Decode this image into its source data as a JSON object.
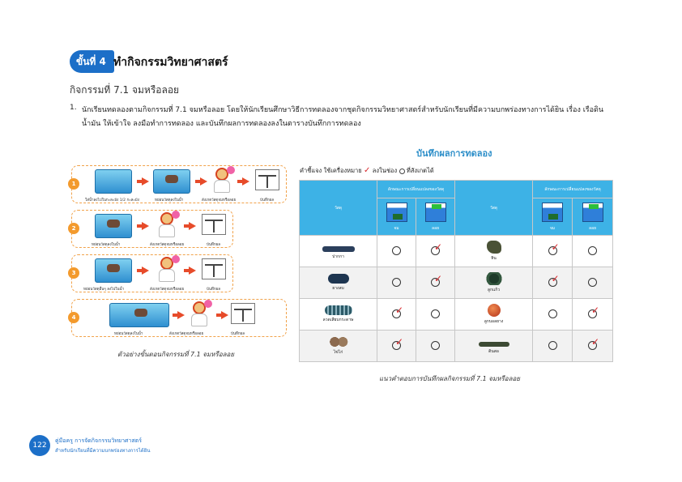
{
  "header": {
    "step_badge": "ขั้นที่ 4",
    "step_title": "ทำกิจกรรมวิทยาศาสตร์",
    "activity_title": "กิจกรรมที่ 7.1 จมหรือลอย",
    "instruction_number": "1.",
    "instruction_text": "นักเรียนทดลองตามกิจกรรมที่ 7.1 จมหรือลอย โดยให้นักเรียนศึกษาวิธีการทดลองจากชุดกิจกรรมวิทยาศาสตร์สำหรับนักเรียนที่มีความบกพร่องทางการได้ยิน เรื่อง เรือดินน้ำมัน ให้เข้าใจ ลงมือทำการทดลอง และบันทึกผลการทดลองลงในตารางบันทึกการทดลอง"
  },
  "steps": {
    "rows": [
      {
        "num": "1",
        "captions": [
          "ใส่น้ำลงไปในกะละมัง 1/2 กะละมัง",
          "หย่อนวัสดุลงในน้ำ",
          "สังเกตวัสดุจมหรือลอย",
          "บันทึกผล"
        ]
      },
      {
        "num": "2",
        "captions": [
          "หย่อนวัสดุลงในน้ำ",
          "สังเกตวัสดุจมหรือลอย",
          "บันทึกผล"
        ]
      },
      {
        "num": "3",
        "captions": [
          "หย่อนวัสดุอื่นๆ ลงไปในน้ำ",
          "สังเกตวัสดุจมหรือลอย",
          "บันทึกผล"
        ]
      },
      {
        "num": "4",
        "captions": [
          "หย่อนวัสดุลงในน้ำ",
          "สังเกตวัสดุจมหรือลอย",
          "บันทึกผล"
        ]
      }
    ],
    "caption": "ตัวอย่างขั้นตอนกิจกรรมที่ 7.1 จมหรือลอย"
  },
  "record": {
    "title": "บันทึกผลการทดลอง",
    "legend_prefix": "คำชี้แจง ใช้เครื่องหมาย",
    "legend_check": "✓",
    "legend_middle": "ลงในช่อง",
    "legend_suffix": "ที่สังเกตได้",
    "col_item": "วัสดุ",
    "col_group": "ลักษณะการเปลี่ยนแปลงของวัสดุ",
    "sink_label": "จม",
    "float_label": "ลอย",
    "left_items": [
      {
        "name": "ปากกา",
        "result": "float"
      },
      {
        "name": "ยางลบ",
        "result": "float"
      },
      {
        "name": "ลวดเสียบกระดาษ",
        "result": "sink"
      },
      {
        "name": "ไข่ไก่",
        "result": "sink"
      }
    ],
    "right_items": [
      {
        "name": "หิน",
        "result": "sink"
      },
      {
        "name": "ลูกแก้ว",
        "result": "sink"
      },
      {
        "name": "ลูกบอลยาง",
        "result": "float"
      },
      {
        "name": "ดินสอ",
        "result": "float"
      }
    ],
    "caption": "แนวคำตอบการบันทึกผลกิจกรรมที่ 7.1 จมหรือลอย"
  },
  "footer": {
    "page_number": "122",
    "title": "คู่มือครู การจัดกิจกรรมวิทยาศาสตร์",
    "subtitle": "สำหรับนักเรียนที่มีความบกพร่องทางการได้ยิน"
  },
  "colors": {
    "brand_blue": "#1c6fc8",
    "table_header": "#3db2e6",
    "check_red": "#d8262a",
    "step_orange": "#f39a2d"
  }
}
